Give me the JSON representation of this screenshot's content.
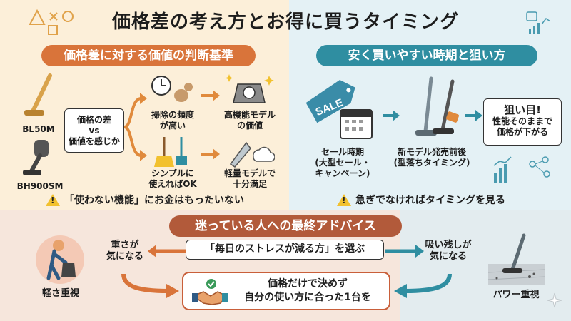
{
  "title": "価格差の考え方とお得に買うタイミング",
  "left": {
    "header": "価格差に対する価値の判断基準",
    "product1": "BL50M",
    "product2": "BH900SM",
    "center_box": "価格の差\nvs\n価値を感じか",
    "item_top_left": "掃除の頻度\nが高い",
    "item_top_right": "高機能モデル\nの価値",
    "item_bottom_left": "シンプルに\n使えればOK",
    "item_bottom_right": "軽量モデルで\n十分満足",
    "note": "「使わない機能」にお金はもったいない"
  },
  "right": {
    "header": "安く買いやすい時期と狙い方",
    "sale_tag": "SALE",
    "col1": "セール時期\n(大型セール・\nキャンペーン)",
    "col2": "新モデル発売前後\n(型落ちタイミング)",
    "target_title": "狙い目!",
    "target_text": "性能そのままで\n価格が下がる",
    "note": "急ぎでなければタイミングを見る"
  },
  "bottom": {
    "header": "迷っている人への最終アドバイス",
    "left_concern": "重さが\n気になる",
    "right_concern": "吸い残しが\n気になる",
    "center_choice": "「毎日のストレスが減る方」を選ぶ",
    "left_label": "軽さ重視",
    "right_label": "パワー重視",
    "advice": "価格だけで決めず\n自分の使い方に合った1台を"
  },
  "colors": {
    "orange": "#d9743a",
    "blue": "#2f8ea1",
    "brown": "#b25a3a",
    "warning": "#f2c12e"
  }
}
